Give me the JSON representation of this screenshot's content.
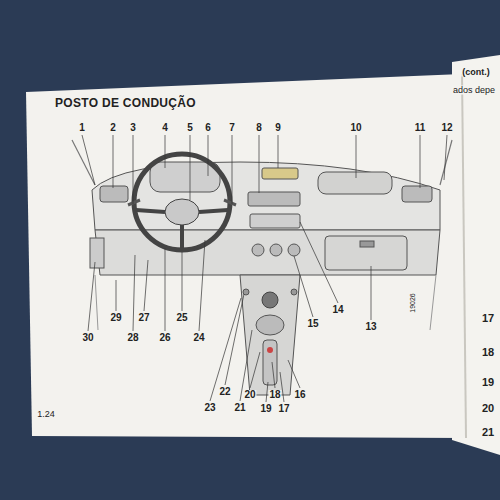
{
  "diagram": {
    "title": "POSTO DE CONDUÇÃO",
    "labels": [
      "1",
      "2",
      "3",
      "4",
      "5",
      "6",
      "7",
      "8",
      "9",
      "10",
      "11",
      "12",
      "13",
      "14",
      "15",
      "16",
      "17",
      "18",
      "19",
      "20",
      "21",
      "22",
      "23",
      "24",
      "25",
      "26",
      "27",
      "28",
      "29",
      "30",
      "1.24",
      "19026",
      "(cont.)",
      "ados depe",
      "17",
      "18",
      "19",
      "20",
      "21"
    ]
  }
}
